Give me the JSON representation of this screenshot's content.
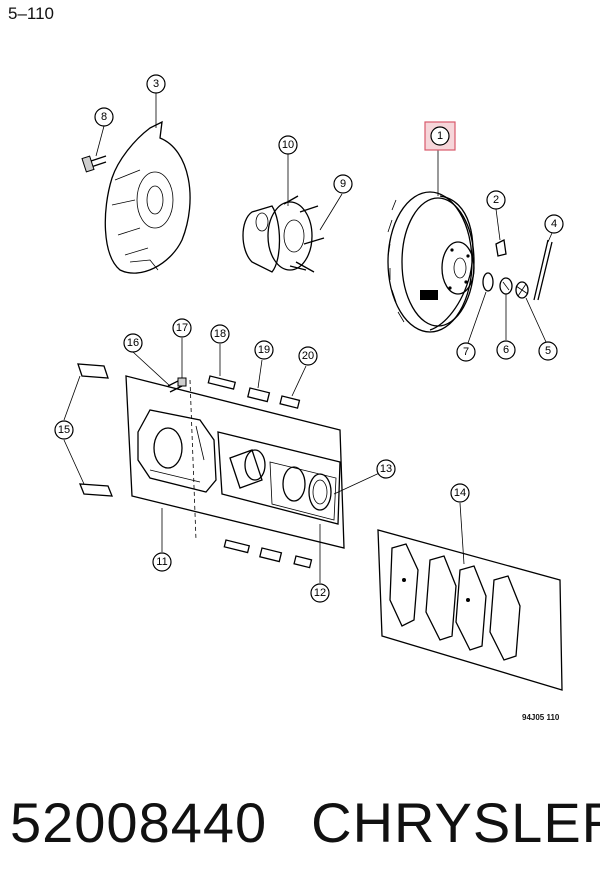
{
  "page_ref": "5–110",
  "figure_code": "94J05 110",
  "footer": {
    "part_number": "52008440",
    "brand": "CHRYSLER"
  },
  "callouts": [
    "1",
    "2",
    "3",
    "4",
    "5",
    "6",
    "7",
    "8",
    "9",
    "10",
    "11",
    "12",
    "13",
    "14",
    "15",
    "16",
    "17",
    "18",
    "19",
    "20"
  ],
  "highlight_color": "#f6d6da"
}
